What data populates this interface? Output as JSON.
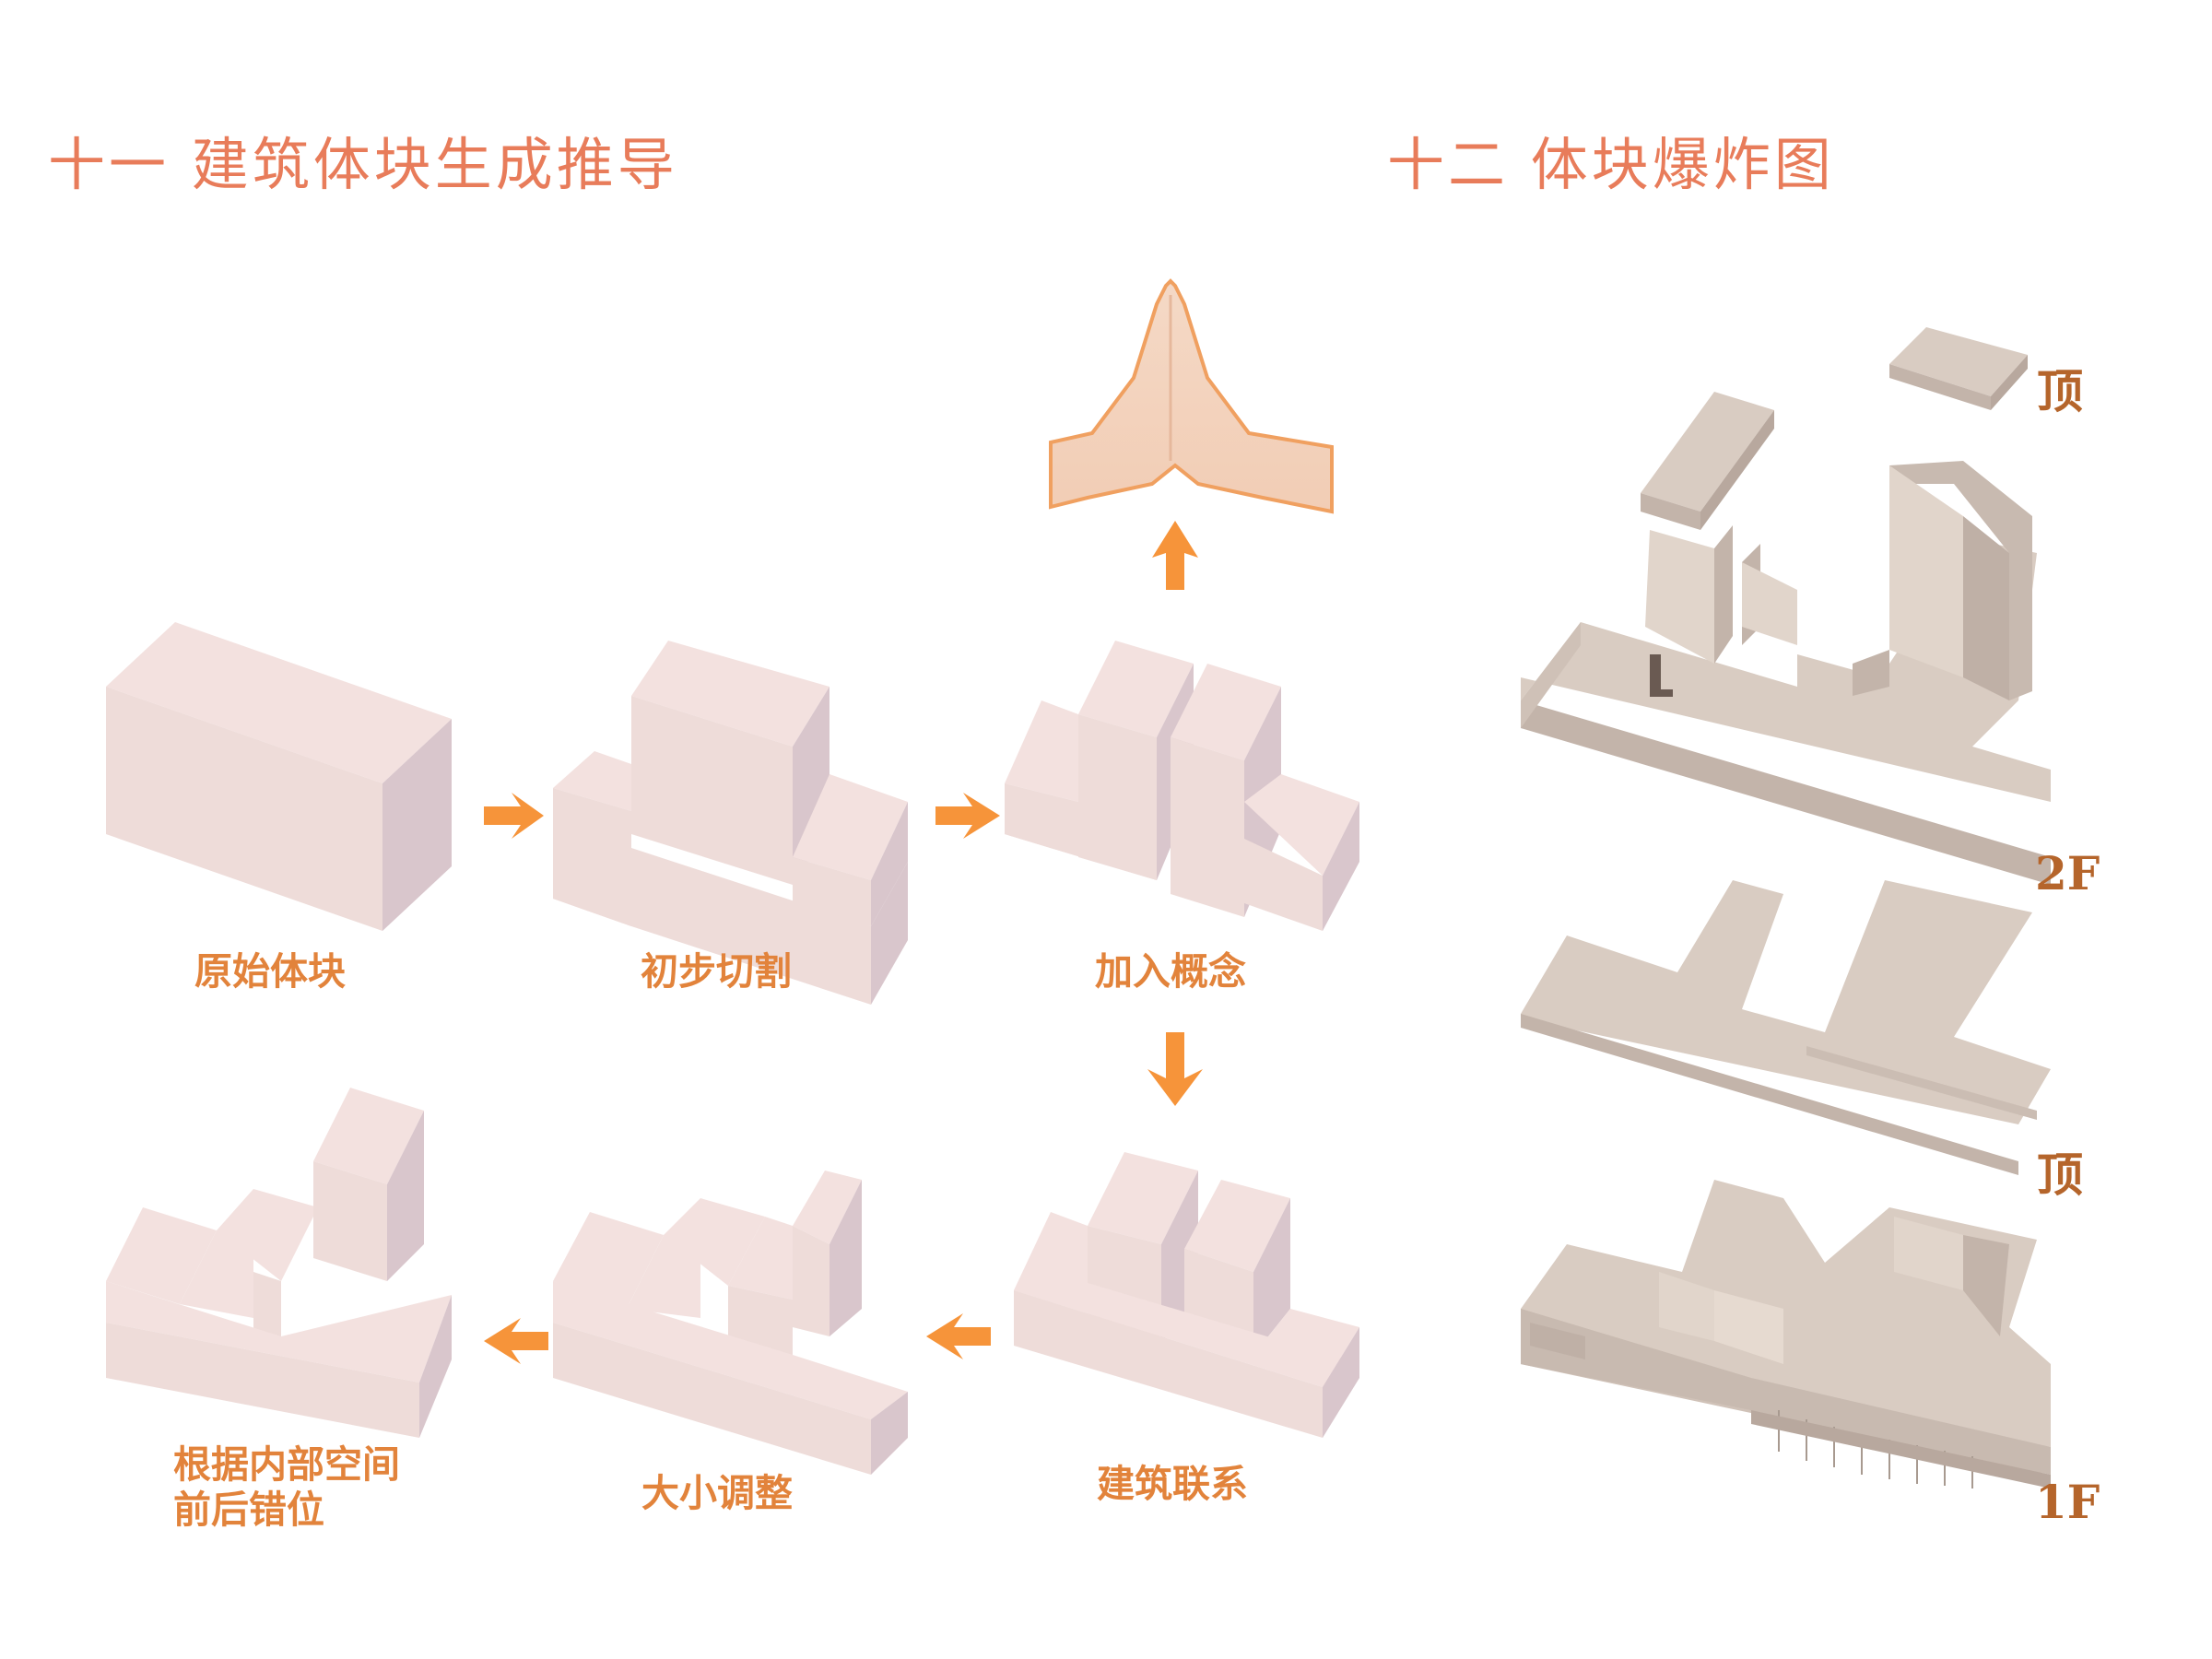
{
  "section_left": {
    "title": "十一 建筑体块生成推导"
  },
  "section_right": {
    "title": "十二 体块爆炸图"
  },
  "steps": {
    "original": "原始体块",
    "cut": "初步切割",
    "concept": "加入概念",
    "connect": "建筑联系",
    "resize": "大小调整",
    "shift_line1": "根据内部空间",
    "shift_line2": "前后错位"
  },
  "floors": {
    "roof_top": "顶",
    "second": "2F",
    "roof_mid": "顶",
    "first": "1F"
  },
  "colors": {
    "title": "#e87c5a",
    "label": "#e2833b",
    "arrow": "#f6943a",
    "mass_top": "#f3e1df",
    "mass_front": "#eedcd9",
    "mass_side": "#d9c6cc",
    "floor_top": "#d9ccc2",
    "floor_side": "#c3b4aa",
    "floor_label": "#b5652b"
  }
}
